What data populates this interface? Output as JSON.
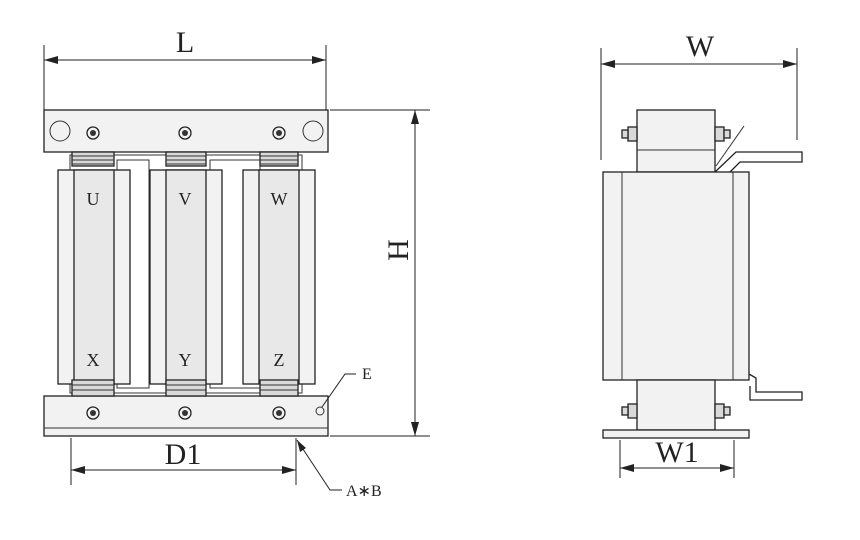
{
  "front_view": {
    "dims": {
      "length": "L",
      "height": "H",
      "mount_spacing": "D1",
      "slot": "A∗B",
      "ground": "E"
    },
    "terminals_top": [
      "U",
      "V",
      "W"
    ],
    "terminals_bottom": [
      "X",
      "Y",
      "Z"
    ]
  },
  "side_view": {
    "dims": {
      "width": "W",
      "base_width": "W1"
    }
  }
}
